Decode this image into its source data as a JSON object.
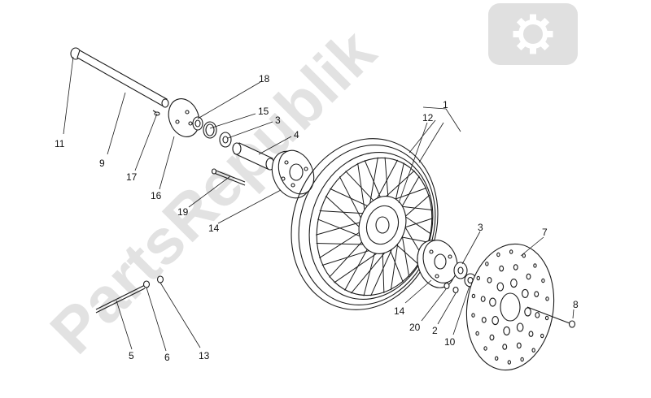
{
  "watermark": {
    "text": "PartsRepublik",
    "icon": "gear-icon",
    "color": "#d9d9d9"
  },
  "callouts": {
    "c1": "1",
    "c2": "2",
    "c3_upper": "3",
    "c3_lower": "3",
    "c4": "4",
    "c5": "5",
    "c6": "6",
    "c7": "7",
    "c8": "8",
    "c9": "9",
    "c10": "10",
    "c11": "11",
    "c12": "12",
    "c13": "13",
    "c14_upper": "14",
    "c14_lower": "14",
    "c15": "15",
    "c16": "16",
    "c17": "17",
    "c18": "18",
    "c19": "19",
    "c20": "20"
  }
}
